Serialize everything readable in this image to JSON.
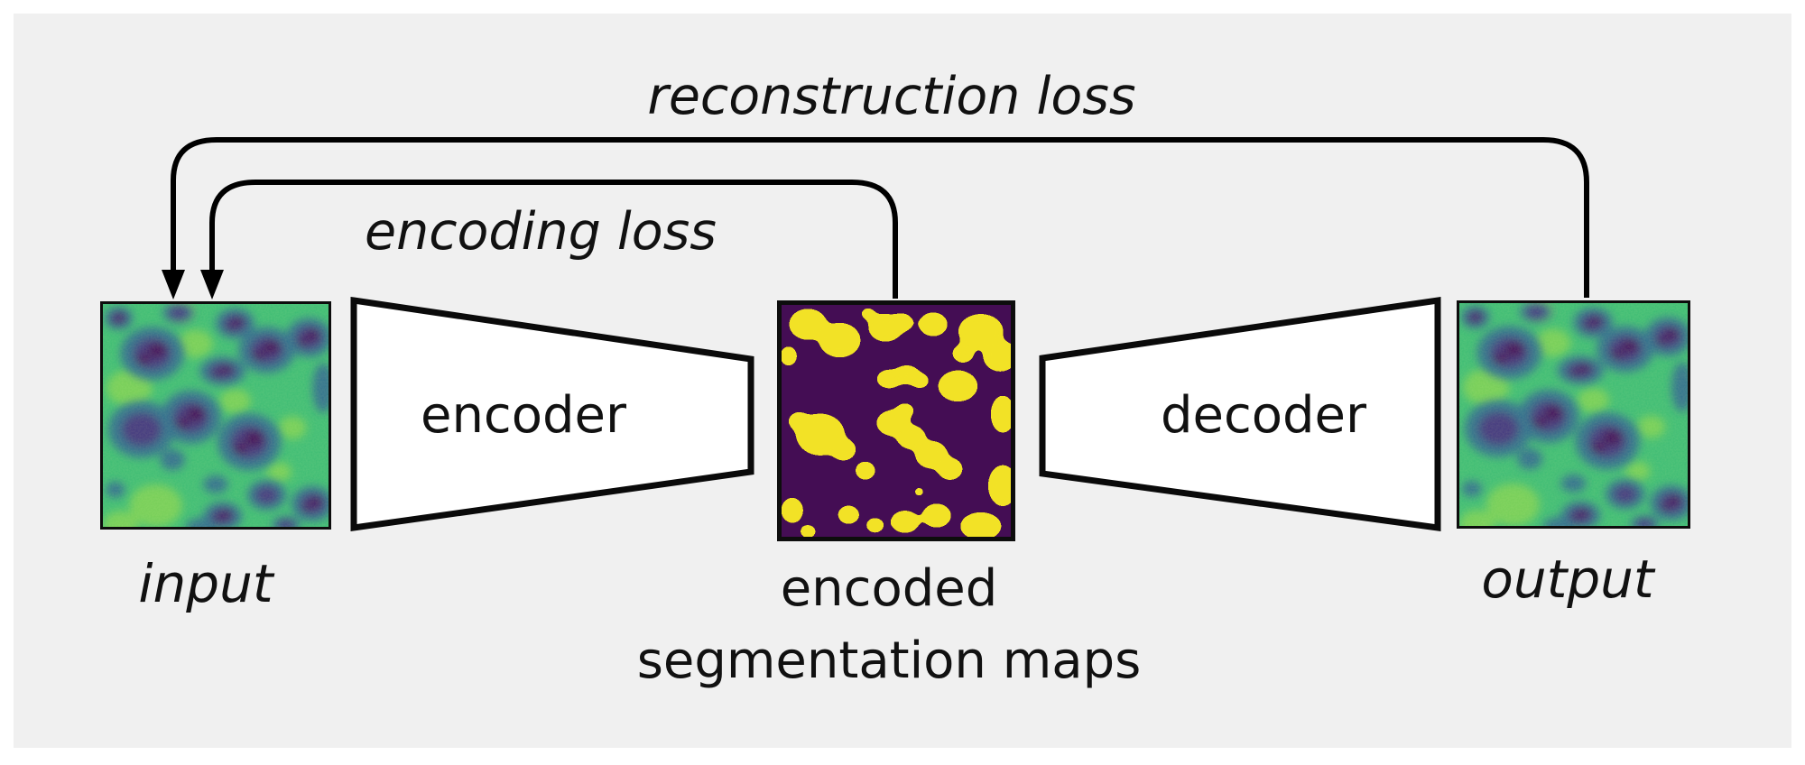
{
  "canvas": {
    "bg": "#ffffff",
    "panel_bg": "#f0f0f0"
  },
  "colors": {
    "line": "#000000",
    "text": "#111111",
    "trapezoid_fill": "#ffffff",
    "trapezoid_stroke": "#0a0a0a"
  },
  "labels": {
    "reconstruction_loss": "reconstruction loss",
    "encoding_loss": "encoding loss",
    "encoder": "encoder",
    "decoder": "decoder",
    "input": "input",
    "output": "output",
    "encoded_line1": "encoded",
    "encoded_line2": "segmentation maps"
  },
  "images": {
    "palette": {
      "micro_bg": "#3dbc74",
      "micro_bg_light": "#8bd64c",
      "micro_ring": "#2e6e8e",
      "micro_core": "#46327e",
      "micro_core_dark": "#440b54",
      "seg_bg": "#440d54",
      "seg_fg": "#f2e226"
    },
    "micro_blobs": [
      [
        18,
        16,
        16,
        13,
        2
      ],
      [
        86,
        10,
        18,
        12,
        1
      ],
      [
        150,
        22,
        22,
        17,
        2
      ],
      [
        56,
        56,
        36,
        30,
        2
      ],
      [
        186,
        52,
        32,
        26,
        2
      ],
      [
        136,
        76,
        26,
        16,
        2
      ],
      [
        234,
        38,
        26,
        22,
        2
      ],
      [
        250,
        95,
        12,
        28,
        0
      ],
      [
        100,
        128,
        34,
        30,
        2
      ],
      [
        44,
        142,
        38,
        32,
        1
      ],
      [
        166,
        156,
        36,
        32,
        2
      ],
      [
        79,
        176,
        14,
        12,
        0
      ],
      [
        14,
        210,
        11,
        9,
        0
      ],
      [
        128,
        204,
        14,
        10,
        0
      ],
      [
        186,
        216,
        22,
        17,
        1
      ],
      [
        136,
        240,
        22,
        16,
        2
      ],
      [
        238,
        226,
        24,
        20,
        2
      ],
      [
        208,
        250,
        16,
        10,
        1
      ],
      [
        112,
        252,
        18,
        10,
        0
      ]
    ],
    "micro_highlights": [
      [
        30,
        95,
        26
      ],
      [
        105,
        45,
        20
      ],
      [
        150,
        110,
        18
      ],
      [
        60,
        228,
        30
      ],
      [
        215,
        140,
        16
      ],
      [
        90,
        8,
        14
      ],
      [
        200,
        190,
        14
      ],
      [
        20,
        250,
        20
      ]
    ],
    "seg_blobs": [
      [
        30,
        22,
        22,
        18
      ],
      [
        66,
        40,
        24,
        20
      ],
      [
        8,
        58,
        10,
        12
      ],
      [
        118,
        26,
        20,
        16
      ],
      [
        136,
        20,
        14,
        11
      ],
      [
        98,
        10,
        9,
        7
      ],
      [
        172,
        22,
        17,
        14
      ],
      [
        226,
        30,
        26,
        20
      ],
      [
        248,
        58,
        20,
        18
      ],
      [
        206,
        55,
        13,
        11
      ],
      [
        122,
        84,
        15,
        11
      ],
      [
        142,
        79,
        15,
        11
      ],
      [
        157,
        86,
        11,
        9
      ],
      [
        200,
        92,
        23,
        18
      ],
      [
        251,
        124,
        14,
        22
      ],
      [
        44,
        147,
        28,
        24
      ],
      [
        20,
        132,
        13,
        11
      ],
      [
        70,
        164,
        15,
        13
      ],
      [
        126,
        134,
        19,
        15
      ],
      [
        147,
        150,
        17,
        14
      ],
      [
        140,
        120,
        11,
        9
      ],
      [
        170,
        170,
        19,
        16
      ],
      [
        191,
        186,
        15,
        13
      ],
      [
        95,
        188,
        12,
        11
      ],
      [
        251,
        205,
        17,
        24
      ],
      [
        12,
        233,
        13,
        15
      ],
      [
        76,
        238,
        13,
        11
      ],
      [
        106,
        250,
        11,
        9
      ],
      [
        140,
        246,
        17,
        13
      ],
      [
        176,
        239,
        17,
        14
      ],
      [
        226,
        251,
        24,
        16
      ],
      [
        156,
        212,
        7,
        6
      ],
      [
        30,
        257,
        10,
        8
      ]
    ]
  }
}
